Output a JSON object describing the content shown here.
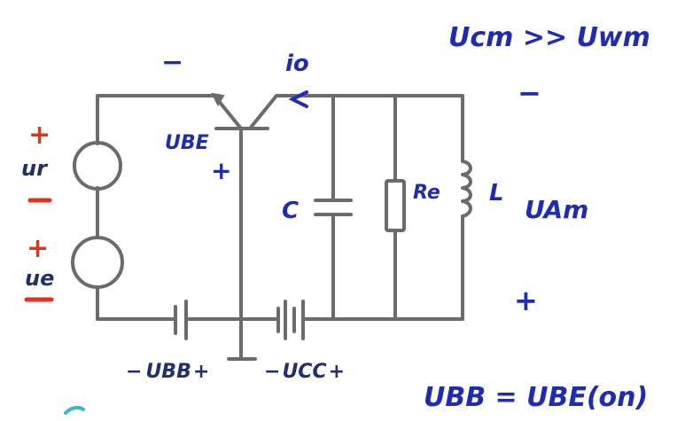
{
  "labels": {
    "ucm_relation": "Ucm >> Uwm",
    "io": "io",
    "ube": "UBE",
    "c": "C",
    "re": "Re",
    "l": "L",
    "uam": "UAm",
    "ur": "ur",
    "ue": "ue",
    "ubb_batt": "UBB",
    "ucc_batt": "UCC",
    "ubb_eq": "UBB = UBE(on)"
  },
  "signs": {
    "plus": "+",
    "minus": "−"
  },
  "colors": {
    "wire": "#6b6b6b",
    "annotation_blue": "#1f2bb0",
    "annotation_red": "#e0321c"
  }
}
